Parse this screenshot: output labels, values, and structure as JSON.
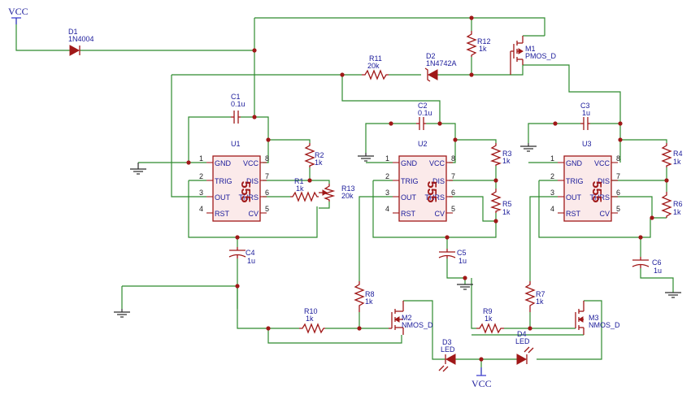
{
  "power": {
    "vcc_top": "VCC",
    "vcc_bottom": "VCC"
  },
  "timers": [
    {
      "ref": "U1",
      "part": "555",
      "pins": {
        "p1": "GND",
        "p2": "TRIG",
        "p3": "OUT",
        "p4": "RST",
        "p5": "CV",
        "p6": "THRS",
        "p7": "DIS",
        "p8": "VCC"
      },
      "nums": {
        "n1": "1",
        "n2": "2",
        "n3": "3",
        "n4": "4",
        "n5": "5",
        "n6": "6",
        "n7": "7",
        "n8": "8"
      }
    },
    {
      "ref": "U2",
      "part": "555",
      "pins": {
        "p1": "GND",
        "p2": "TRIG",
        "p3": "OUT",
        "p4": "RST",
        "p5": "CV",
        "p6": "THRS",
        "p7": "DIS",
        "p8": "VCC"
      },
      "nums": {
        "n1": "1",
        "n2": "2",
        "n3": "3",
        "n4": "4",
        "n5": "5",
        "n6": "6",
        "n7": "7",
        "n8": "8"
      }
    },
    {
      "ref": "U3",
      "part": "555",
      "pins": {
        "p1": "GND",
        "p2": "TRIG",
        "p3": "OUT",
        "p4": "RST",
        "p5": "CV",
        "p6": "THRS",
        "p7": "DIS",
        "p8": "VCC"
      },
      "nums": {
        "n1": "1",
        "n2": "2",
        "n3": "3",
        "n4": "4",
        "n5": "5",
        "n6": "6",
        "n7": "7",
        "n8": "8"
      }
    }
  ],
  "resistors": [
    {
      "ref": "R1",
      "value": "1k"
    },
    {
      "ref": "R2",
      "value": "1k"
    },
    {
      "ref": "R3",
      "value": "1k"
    },
    {
      "ref": "R4",
      "value": "1k"
    },
    {
      "ref": "R5",
      "value": "1k"
    },
    {
      "ref": "R6",
      "value": "1k"
    },
    {
      "ref": "R7",
      "value": "1k"
    },
    {
      "ref": "R8",
      "value": "1k"
    },
    {
      "ref": "R9",
      "value": "1k"
    },
    {
      "ref": "R10",
      "value": "1k"
    },
    {
      "ref": "R11",
      "value": "20k"
    },
    {
      "ref": "R12",
      "value": "1k"
    },
    {
      "ref": "R13",
      "value": "20k"
    }
  ],
  "capacitors": [
    {
      "ref": "C1",
      "value": "0.1u"
    },
    {
      "ref": "C2",
      "value": "0.1u"
    },
    {
      "ref": "C3",
      "value": "1u"
    },
    {
      "ref": "C4",
      "value": "1u"
    },
    {
      "ref": "C5",
      "value": "1u"
    },
    {
      "ref": "C6",
      "value": "1u"
    }
  ],
  "diodes": [
    {
      "ref": "D1",
      "value": "1N4004"
    },
    {
      "ref": "D2",
      "value": "1N4742A"
    },
    {
      "ref": "D3",
      "value": "LED"
    },
    {
      "ref": "D4",
      "value": "LED"
    }
  ],
  "transistors": [
    {
      "ref": "M1",
      "value": "PMOS_D"
    },
    {
      "ref": "M2",
      "value": "NMOS_D"
    },
    {
      "ref": "M3",
      "value": "NMOS_D"
    }
  ]
}
